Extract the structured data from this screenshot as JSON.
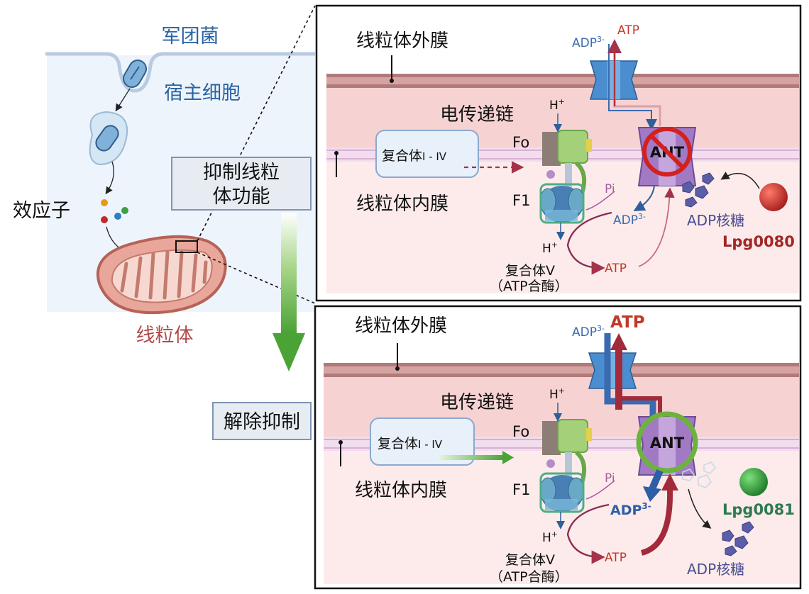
{
  "left": {
    "bacterium_label": "军团菌",
    "host_cell_label": "宿主细胞",
    "effector_label": "效应子",
    "mitochondrion_label": "线粒体",
    "inhibit_box": [
      "抑制线粒",
      "体功能"
    ],
    "relieve_box": "解除抑制"
  },
  "top_panel": {
    "outer_membrane": "线粒体外膜",
    "inner_membrane": "线粒体内膜",
    "etc": "电传递链",
    "complex": "复合体",
    "complex_roman": "I - IV",
    "fo": "Fo",
    "f1": "F1",
    "h_plus": "H",
    "h_sup": "+",
    "h_plus2": "H",
    "pi": "Pi",
    "adp": "ADP",
    "adp_sup": "3-",
    "atp": "ATP",
    "adp_top": "ADP",
    "adp_top_sup": "3-",
    "atp_top": "ATP",
    "complex_v": "复合体Ⅴ",
    "atp_synthase": "（ATP合酶）",
    "ant": "ANT",
    "adp_ribose": "ADP核糖",
    "effector": "Lpg0080"
  },
  "bottom_panel": {
    "outer_membrane": "线粒体外膜",
    "inner_membrane": "线粒体内膜",
    "etc": "电传递链",
    "complex": "复合体",
    "complex_roman": "I - IV",
    "fo": "Fo",
    "f1": "F1",
    "h_plus": "H",
    "h_sup": "+",
    "h_plus2": "H",
    "pi": "Pi",
    "adp": "ADP",
    "adp_sup": "3-",
    "atp": "ATP",
    "adp_top": "ADP",
    "adp_top_sup": "3-",
    "atp_top": "ATP",
    "complex_v": "复合体Ⅴ",
    "atp_synthase": "（ATP合酶）",
    "ant": "ANT",
    "adp_ribose": "ADP核糖",
    "effector": "Lpg0081"
  },
  "colors": {
    "title_blue": "#2a63a4",
    "mito_red": "#b04a4a",
    "atp_red": "#c0392b",
    "adp_blue": "#3a6ab0",
    "inhibit_red": "#d32020",
    "active_green": "#6cb33e",
    "lpg0080": "#c0302b",
    "lpg0081": "#2e8b3a"
  }
}
